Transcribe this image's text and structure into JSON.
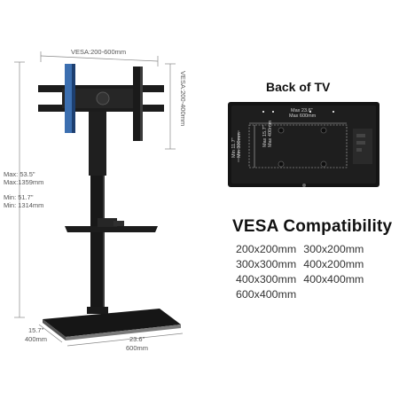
{
  "stand": {
    "vesa_range_label": "VESA:200-600mm",
    "vesa_vertical_label": "VESA:200-400mm",
    "max_height_label_1": "Max: 53.5\"",
    "max_height_label_2": "Max:1359mm",
    "min_height_label_1": "Min:  51.7\"",
    "min_height_label_2": "Min: 1314mm",
    "depth_label_1": "15.7\"",
    "depth_label_2": "400mm",
    "width_label_1": "23.6\"",
    "width_label_2": "600mm"
  },
  "back_of_tv": {
    "title": "Back of TV",
    "horizontal_label_1": "Max 23.6\"",
    "horizontal_label_2": "Max 600mm",
    "vertical_label_1": "Max 15.7\"",
    "vertical_label_2": "Max 400mm",
    "min_vertical_label": "Min 11.7\"",
    "min_vertical_label_2": "Min 300mm"
  },
  "vesa_compatibility": {
    "title": "VESA Compatibility",
    "sizes": [
      "200x200mm",
      "300x200mm",
      "300x300mm",
      "400x200mm",
      "400x300mm",
      "400x400mm",
      "600x400mm"
    ]
  }
}
